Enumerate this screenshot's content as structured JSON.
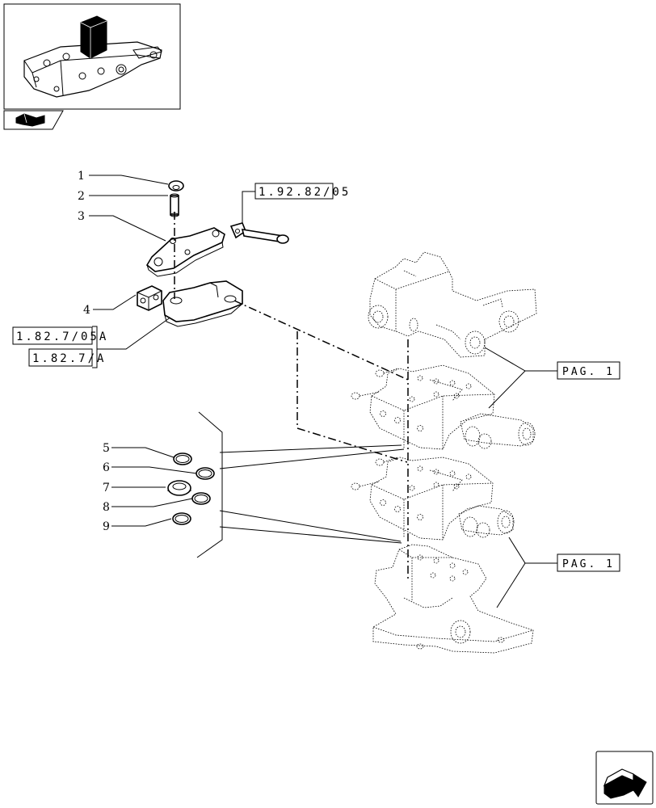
{
  "references": {
    "top_ref": "1.92.82/05",
    "left_ref_1": "1.82.7/05A",
    "left_ref_2": "1.82.7/A",
    "pag_upper": "PAG. 1",
    "pag_lower": "PAG. 1"
  },
  "callouts": [
    "1",
    "2",
    "3",
    "4",
    "5",
    "6",
    "7",
    "8",
    "9"
  ],
  "icons": {
    "thumbnail": "assembly-thumbnail-icon",
    "small_tag": "book-hand-icon",
    "nav": "next-page-arrow-icon"
  }
}
